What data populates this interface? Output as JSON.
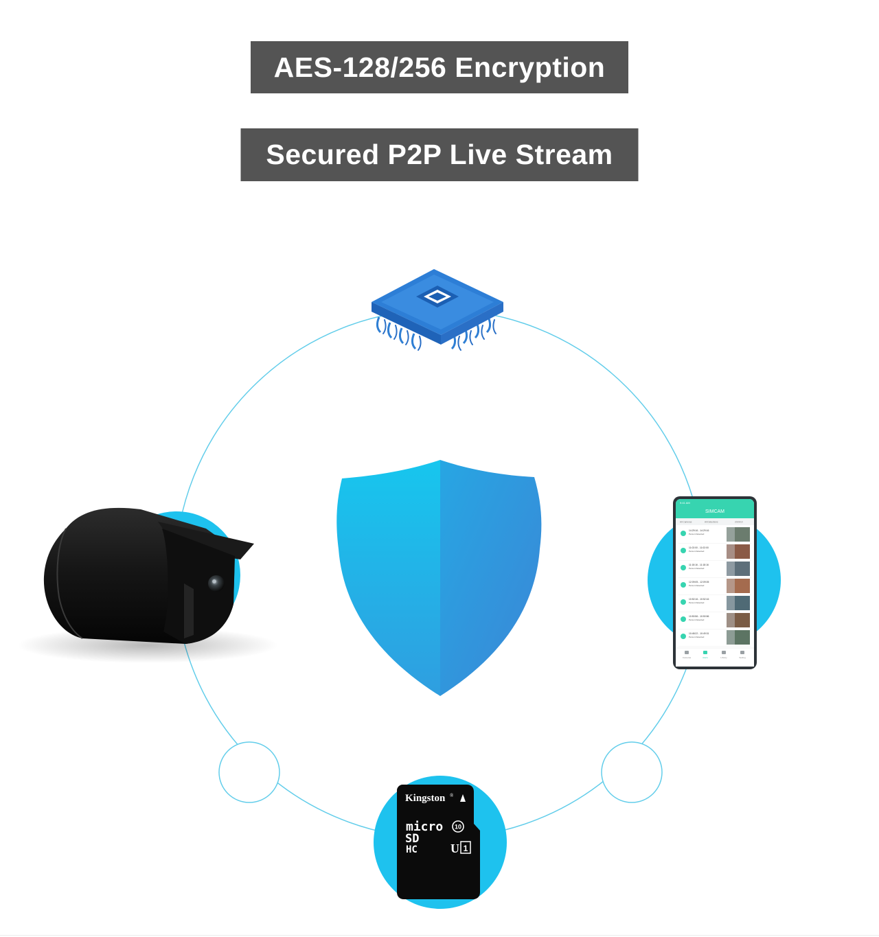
{
  "features": {
    "encryption_label": "AES-128/256 Encryption",
    "p2p_label": "Secured P2P Live Stream"
  },
  "phone_app": {
    "title": "SIMCAM",
    "clock": "9:41 AM",
    "filters": [
      "All Cameras",
      "All Detections",
      "2019/10"
    ],
    "events": [
      {
        "time": "14:29:16 - 14:29:16",
        "type": "Person Detected"
      },
      {
        "time": "11:02:00 - 11:02:00",
        "type": "Person Detected"
      },
      {
        "time": "11:18:16 - 11:18:16",
        "type": "Person Detected"
      },
      {
        "time": "12:09:05 - 12:09:05",
        "type": "Person Detected"
      },
      {
        "time": "10:52:16 - 10:52:16",
        "type": "Person Detected"
      },
      {
        "time": "10:50:56 - 10:50:56",
        "type": "Person Detected"
      },
      {
        "time": "10:48:22 - 10:49:31",
        "type": "Person Detected"
      }
    ],
    "nav": [
      "Cameras",
      "Alerts",
      "Library",
      "Setting"
    ]
  },
  "sd_card": {
    "brand": "Kingston",
    "trademark": "®",
    "logo_line1": "micro",
    "logo_line2": "SD",
    "logo_line3": "HC",
    "class_mark": "10",
    "uhs_mark": "1"
  },
  "colors": {
    "accent": "#1ec2ee",
    "ring": "#5fd0ec",
    "badge_bg": "#545454",
    "shield_left": "#1dc3ec",
    "shield_right": "#3a8fd8",
    "chip_top": "#2d7ed6",
    "camera_body": "#161616",
    "phone_accent": "#37d4b0"
  },
  "icons": [
    "chip-icon",
    "shield-icon",
    "camera-image",
    "phone-image",
    "sd-card-image"
  ]
}
